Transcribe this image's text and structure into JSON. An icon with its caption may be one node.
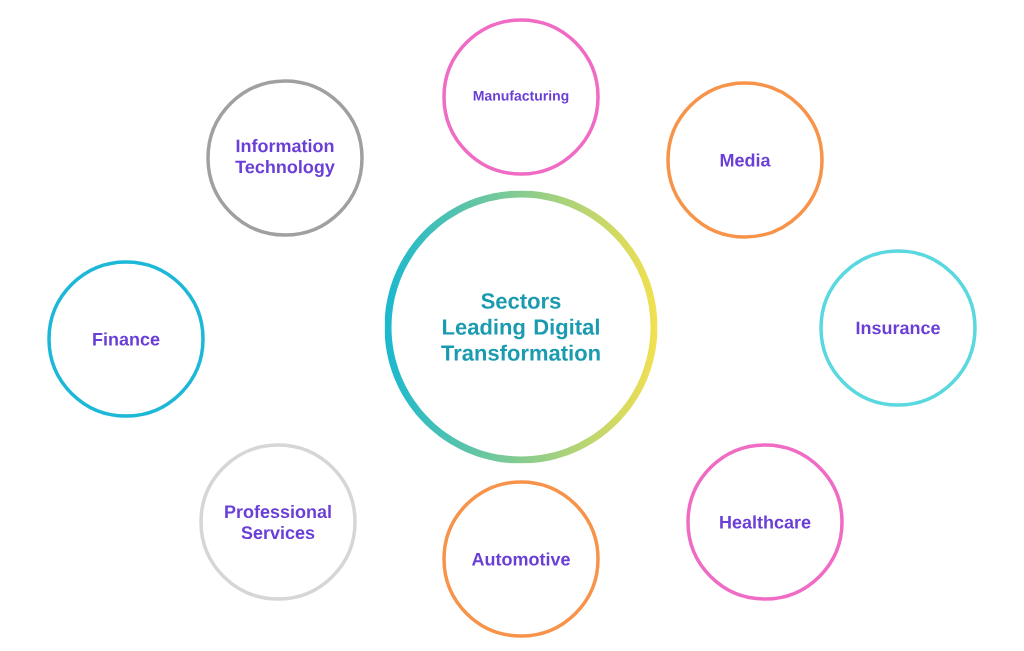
{
  "diagram": {
    "nodes": [
      {
        "text": [
          "Sectors Leading Digital Transformation"
        ]
      },
      {
        "text": [
          "Manufacturing"
        ]
      },
      {
        "text": [
          "Information Technology"
        ]
      },
      {
        "text": [
          "Media"
        ]
      },
      {
        "text": [
          "Finance"
        ]
      },
      {
        "text": [
          "Insurance"
        ]
      },
      {
        "text": [
          "Professional Services"
        ]
      },
      {
        "text": [
          "Healthcare"
        ]
      },
      {
        "text": [
          "Automotive"
        ]
      }
    ]
  }
}
